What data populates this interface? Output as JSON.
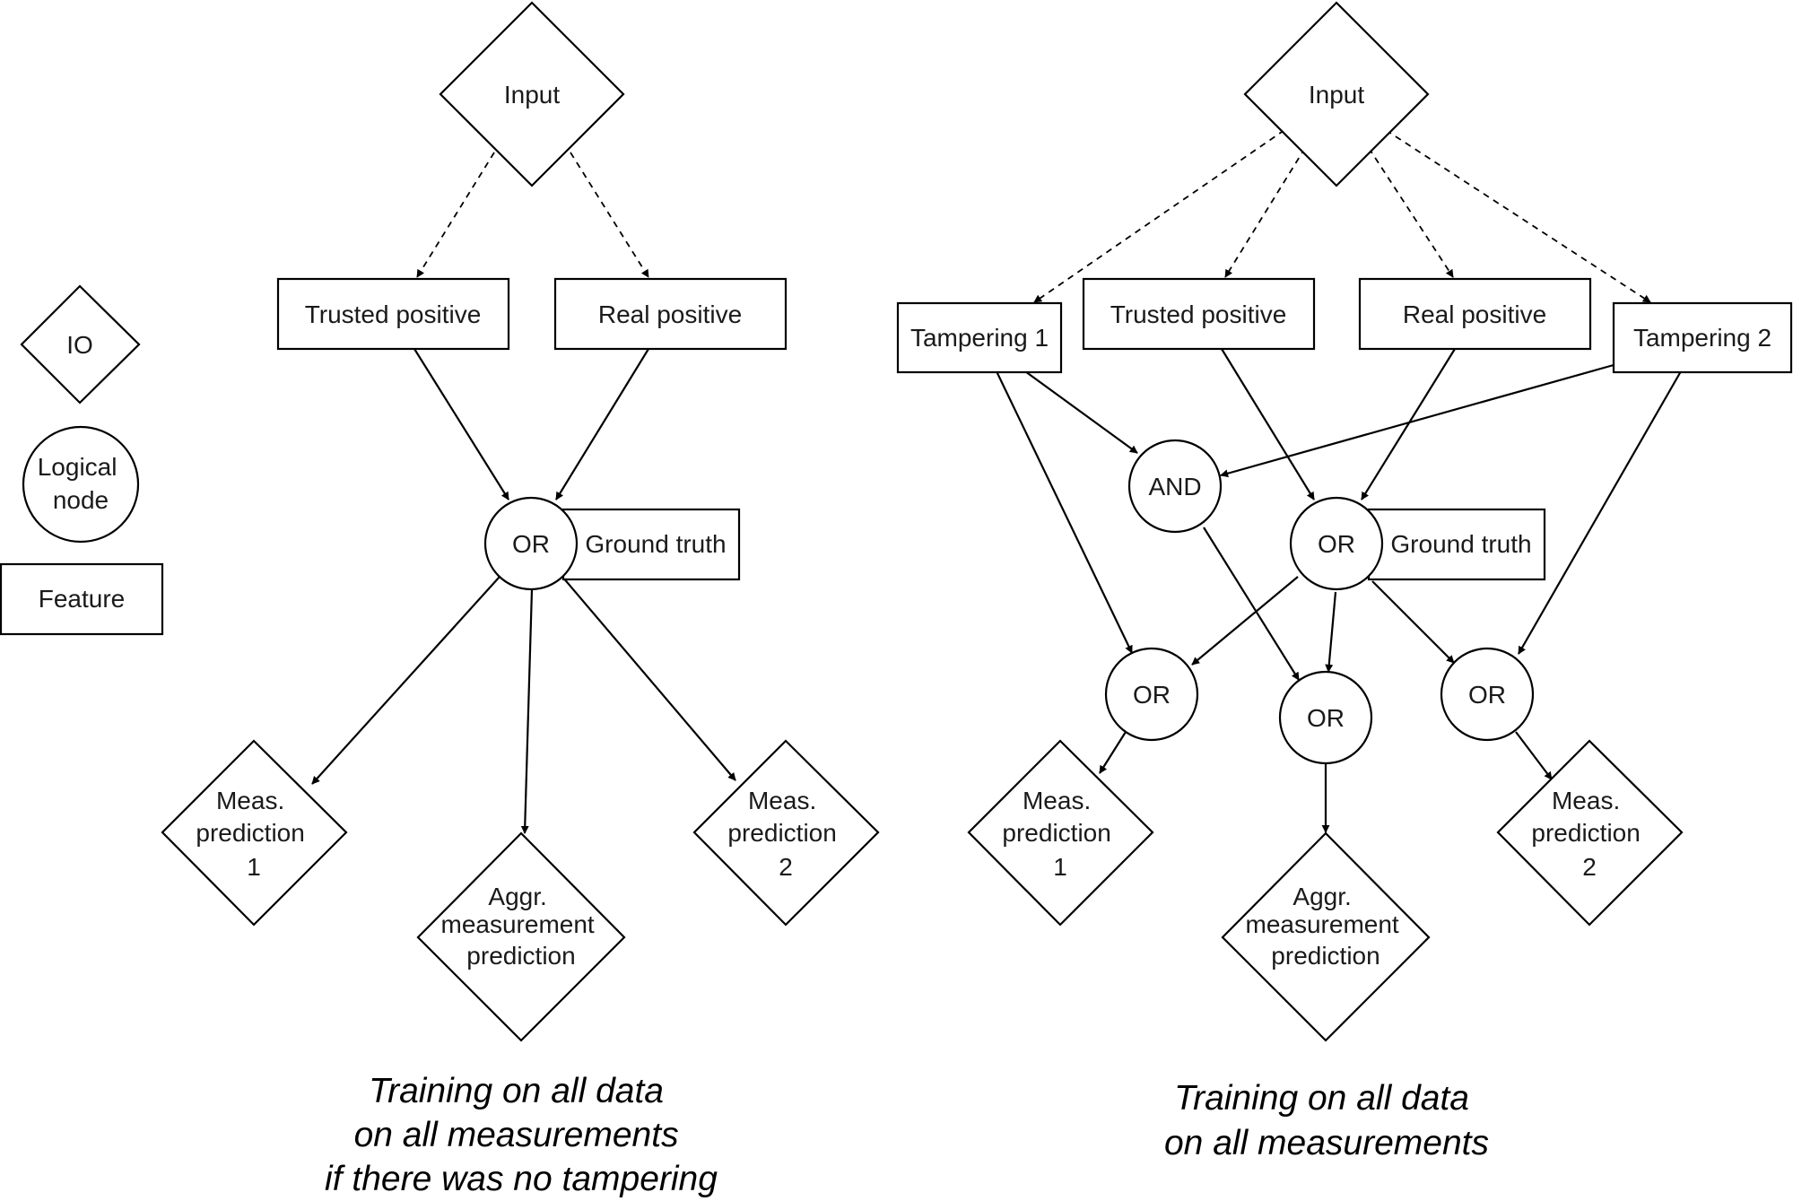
{
  "legend": {
    "io": "IO",
    "logical_node": [
      "Logical",
      "node"
    ],
    "feature": "Feature"
  },
  "left": {
    "input": "Input",
    "trusted_positive": "Trusted positive",
    "real_positive": "Real positive",
    "or": "OR",
    "ground_truth": "Ground truth",
    "meas_pred_1": [
      "Meas.",
      "prediction",
      "1"
    ],
    "aggr_pred": [
      "Aggr.",
      "measurement",
      "prediction"
    ],
    "meas_pred_2": [
      "Meas.",
      "prediction",
      "2"
    ],
    "caption": [
      "Training on all data",
      "on all measurements",
      "if there was no tampering"
    ]
  },
  "right": {
    "input": "Input",
    "tampering_1": "Tampering 1",
    "trusted_positive": "Trusted positive",
    "real_positive": "Real positive",
    "tampering_2": "Tampering 2",
    "and": "AND",
    "or_center": "OR",
    "ground_truth": "Ground truth",
    "or_left": "OR",
    "or_mid": "OR",
    "or_right": "OR",
    "meas_pred_1": [
      "Meas.",
      "prediction",
      "1"
    ],
    "aggr_pred": [
      "Aggr.",
      "measurement",
      "prediction"
    ],
    "meas_pred_2": [
      "Meas.",
      "prediction",
      "2"
    ],
    "caption": [
      "Training on all data",
      "on all measurements"
    ]
  }
}
